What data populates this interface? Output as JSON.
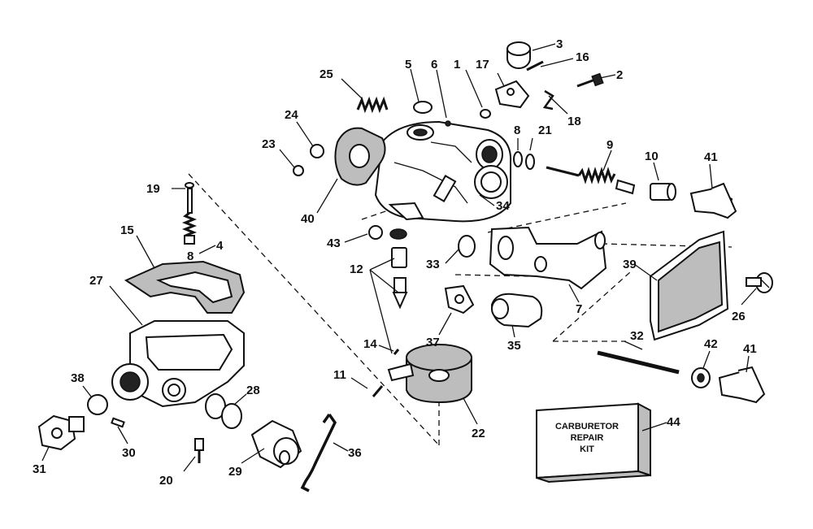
{
  "labels": [
    "1",
    "2",
    "3",
    "4",
    "5",
    "6",
    "7",
    "8",
    "8",
    "9",
    "10",
    "11",
    "12",
    "14",
    "15",
    "16",
    "17",
    "18",
    "19",
    "20",
    "21",
    "22",
    "23",
    "24",
    "25",
    "26",
    "27",
    "28",
    "29",
    "30",
    "31",
    "32",
    "33",
    "34",
    "35",
    "36",
    "37",
    "38",
    "39",
    "40",
    "41",
    "41",
    "42",
    "43",
    "44"
  ],
  "repair_kit": {
    "line1": "CARBURETOR",
    "line2": "REPAIR",
    "line3": "KIT"
  }
}
